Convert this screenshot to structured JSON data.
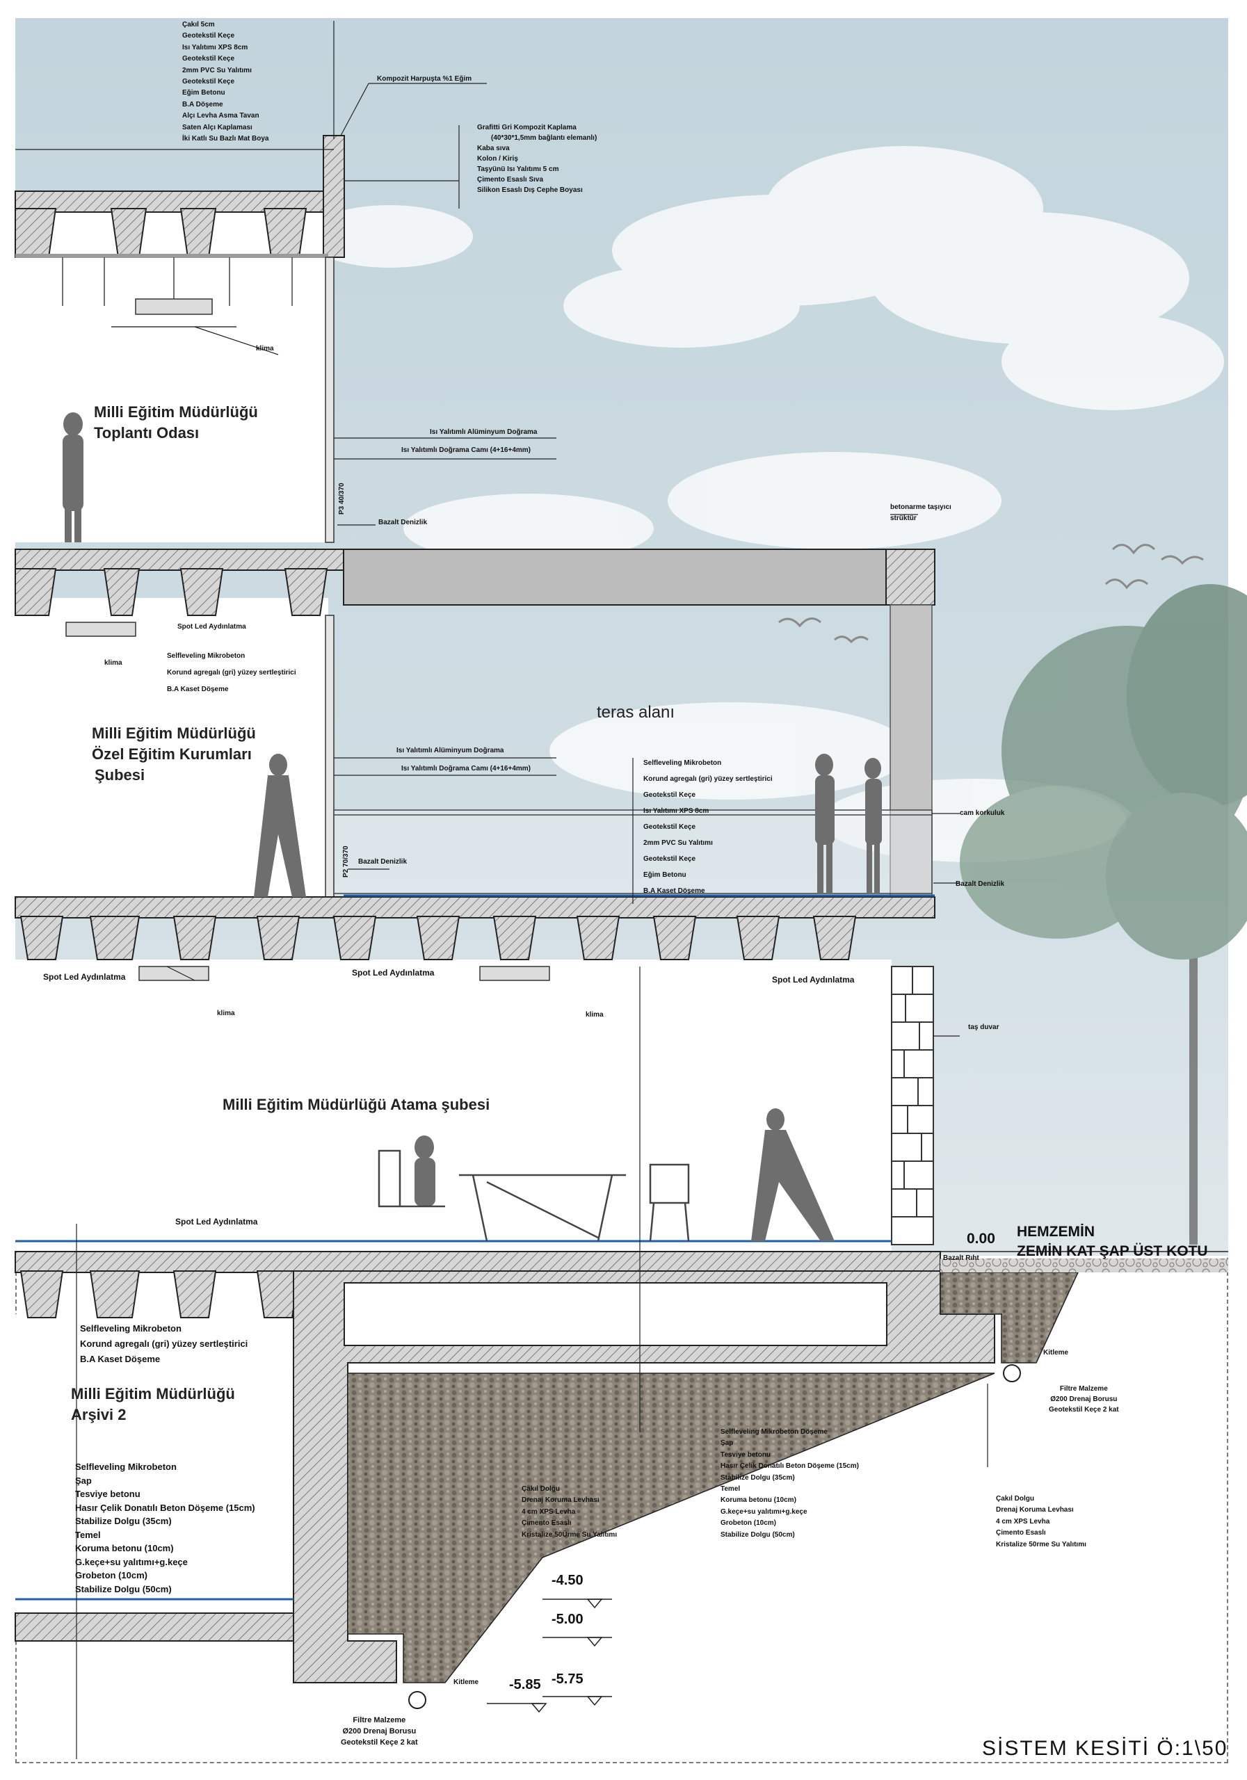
{
  "title": "SİSTEM KESİTİ Ö:1\\50",
  "rooms": {
    "toplanti": [
      "Milli Eğitim Müdürlüğü",
      "Toplantı Odası"
    ],
    "ozel": [
      "Milli Eğitim Müdürlüğü",
      "Özel Eğitim Kurumları",
      "Şubesi"
    ],
    "atama": "Milli Eğitim Müdürlüğü Atama şubesi",
    "arsiv": [
      "Milli Eğitim Müdürlüğü",
      "Arşivi 2"
    ],
    "teras": "teras alanı"
  },
  "roof_layers": [
    "Çakıl 5cm",
    "Geotekstil Keçe",
    "Isı Yalıtımı XPS 8cm",
    "Geotekstil Keçe",
    "2mm PVC Su Yalıtımı",
    "Geotekstil Keçe",
    "Eğim Betonu",
    "B.A Döşeme",
    "Alçı Levha  Asma Tavan",
    "Saten Alçı Kaplaması",
    "İki Katlı Su Bazlı Mat Boya"
  ],
  "parapet_label": "Kompozit Harpuşta %1 Eğim",
  "facade_layers": [
    "Grafitti Gri Kompozit Kaplama",
    "(40*30*1,5mm bağlantı elemanlı)",
    "Kaba sıva",
    "Kolon / Kiriş",
    "Taşyünü Isı Yalıtımı 5 cm",
    "Çimento Esaslı Sıva",
    "Silikon Esaslı Dış Cephe Boyası"
  ],
  "klima": "klima",
  "spot_led": "Spot Led Aydınlatma",
  "window_frame": "Isı Yalıtımlı Alüminyum Doğrama",
  "window_glass": "Isı Yalıtımlı Doğrama Camı (4+16+4mm)",
  "window_code_upper": "P3 40/370",
  "window_code_lower": "P2 70/370",
  "sill": "Bazalt Denizlik",
  "carrier": [
    "betonarme taşıyıcı",
    "strüktür"
  ],
  "floor2_layers": [
    "Selfleveling Mikrobeton",
    "Korund agregalı (gri) yüzey sertleştirici",
    "B.A Kaset Döşeme"
  ],
  "terrace_layers": [
    "Selfleveling Mikrobeton",
    "Korund agregalı (gri) yüzey sertleştirici",
    "Geotekstil Keçe",
    "Isı Yalıtımı XPS 8cm",
    "Geotekstil Keçe",
    "2mm PVC Su Yalıtımı",
    "Geotekstil Keçe",
    "Eğim Betonu",
    "B.A Kaset Döşeme"
  ],
  "railing": "cam korkuluk",
  "stone_wall": "taş duvar",
  "ground_level": [
    "0.00",
    "HEMZEMİN",
    "ZEMİN KAT ŞAP ÜST KOTU"
  ],
  "basalt_rht": "Bazalt Rıht",
  "basement_floor_layers": [
    "Selfleveling Mikrobeton",
    "Korund agregalı (gri) yüzey sertleştirici",
    "B.A Kaset Döşeme"
  ],
  "basement_slab_layers": [
    "Selfleveling Mikrobeton",
    "Şap",
    "Tesviye betonu",
    "Hasır Çelik Donatılı Beton Döşeme (15cm)",
    "Stabilize Dolgu (35cm)",
    "Temel",
    "Koruma betonu (10cm)",
    "G.keçe+su yalıtımı+g.keçe",
    "Grobeton (10cm)",
    "Stabilize Dolgu (50cm)"
  ],
  "mid_slab_layers": [
    "Selfleveling Mikrobeton Döşeme",
    "Şap",
    "Tesviye betonu",
    "Hasır Çelik Donatılı Beton Döşeme (15cm)",
    "Stabilize Dolgu (35cm)",
    "Temel",
    "Koruma betonu (10cm)",
    "G.keçe+su yalıtımı+g.keçe",
    "Grobeton (10cm)",
    "Stabilize Dolgu (50cm)"
  ],
  "retaining_layers": [
    "Çakıl Dolgu",
    "Drenaj Koruma Levhası",
    "4 cm XPS Levha",
    "Çimento Esaslı",
    "Kristalize 50Ürme Su Yalıtımı"
  ],
  "retaining_layers_right": [
    "Çakıl Dolgu",
    "Drenaj Koruma Levhası",
    "4 cm XPS Levha",
    "Çimento Esaslı",
    "Kristalize 50rme Su Yalıtımı"
  ],
  "drain_right": [
    "Kitleme",
    "Filtre Malzeme",
    "Ø200 Drenaj Borusu",
    "Geotekstil Keçe 2 kat"
  ],
  "drain_bottom": [
    "Kitleme",
    "Filtre Malzeme",
    "Ø200 Drenaj Borusu",
    "Geotekstil Keçe 2 kat"
  ],
  "levels": [
    "-4.50",
    "-5.00",
    "-5.75",
    "-5.85"
  ],
  "colors": {
    "sky": "#c9d8df",
    "concrete": "#b8b8b8",
    "hatch": "#6b6b6b",
    "gravel": "#8a8278",
    "blue_line": "#1f5fa8",
    "figure": "#6e6e6e",
    "tree": "#6f8b7a"
  }
}
